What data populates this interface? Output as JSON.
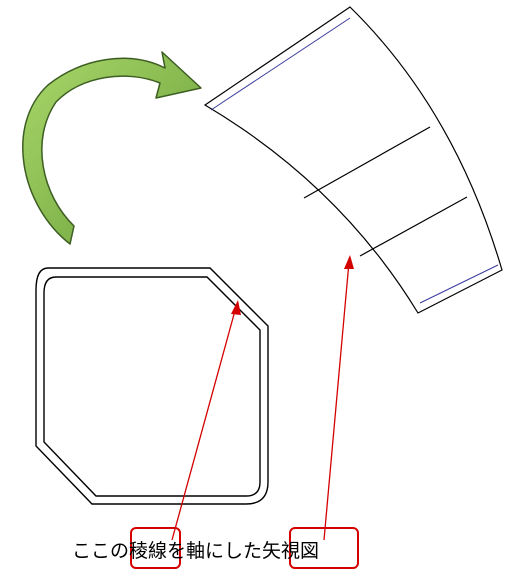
{
  "caption": {
    "prefix": "ここの",
    "boxed_1": "稜線",
    "middle": "を軸にした",
    "boxed_2": "矢視図"
  },
  "colors": {
    "line": "#000000",
    "callout": "#d40000",
    "arrow_fill_light": "#a9d86a",
    "arrow_fill_dark": "#6a9e3a",
    "arrow_stroke": "#3d5e22",
    "edge_highlight": "#3a3aa0"
  },
  "icons": {
    "rotation_arrow": "curved-arrow-icon"
  }
}
